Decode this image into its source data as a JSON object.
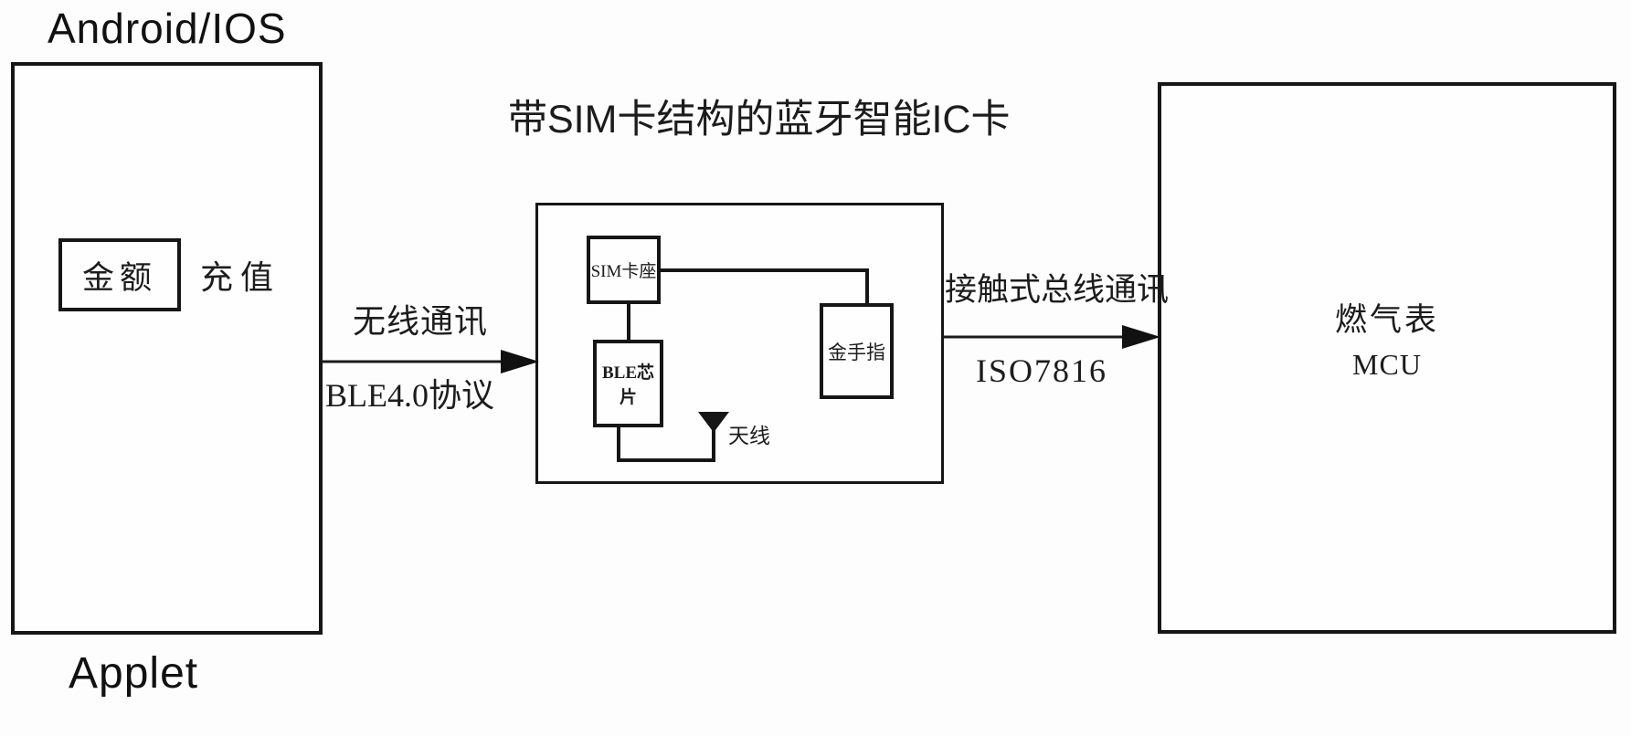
{
  "colors": {
    "line": "#161616",
    "text": "#1c1c1c",
    "background": "#fdfdfd"
  },
  "phone": {
    "top_label": "Android/IOS",
    "bottom_label": "Applet",
    "amount_box_label": "金额",
    "recharge_label": "充值"
  },
  "card": {
    "title": "带SIM卡结构的蓝牙智能IC卡",
    "sim_holder_label": "SIM卡座",
    "ble_chip_label": "BLE芯片",
    "gold_finger_label": "金手指",
    "antenna_label": "天线"
  },
  "meter": {
    "line1": "燃气表",
    "line2": "MCU"
  },
  "link_wireless": {
    "top_label": "无线通讯",
    "bottom_label": "BLE4.0协议"
  },
  "link_contact": {
    "top_label": "接触式总线通讯",
    "bottom_label": "ISO7816"
  }
}
